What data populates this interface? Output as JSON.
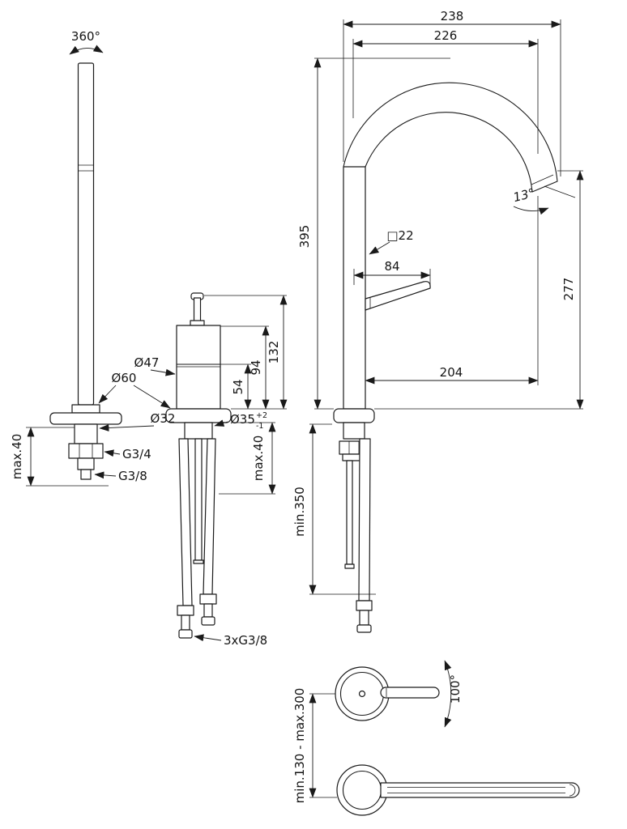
{
  "colors": {
    "line": "#1a1a1a",
    "background": "#ffffff"
  },
  "drawing": {
    "side_view_spout": {
      "rotation_label": "360°",
      "dia_base": "Ø60",
      "dia_shank": "Ø32",
      "thread_top": "G3/4",
      "thread_bottom": "G3/8",
      "max_thickness_label": "max.40"
    },
    "side_view_body": {
      "dia_body": "Ø47",
      "dia_hole": "Ø35",
      "dia_hole_tol_plus": "+2",
      "dia_hole_tol_minus": "-1",
      "dim_54": "54",
      "dim_94": "94",
      "dim_132": "132",
      "max_thickness_label": "max.40",
      "hose_thread_label": "3xG3/8"
    },
    "front_view": {
      "dim_238": "238",
      "dim_226": "226",
      "dim_395": "395",
      "dim_277": "277",
      "dim_204": "204",
      "dim_84": "84",
      "square_section": "□22",
      "outlet_angle": "13°",
      "min_length_label": "min.350"
    },
    "top_view": {
      "handle_angle": "100°",
      "reach_range": "min.130 - max.300"
    }
  }
}
